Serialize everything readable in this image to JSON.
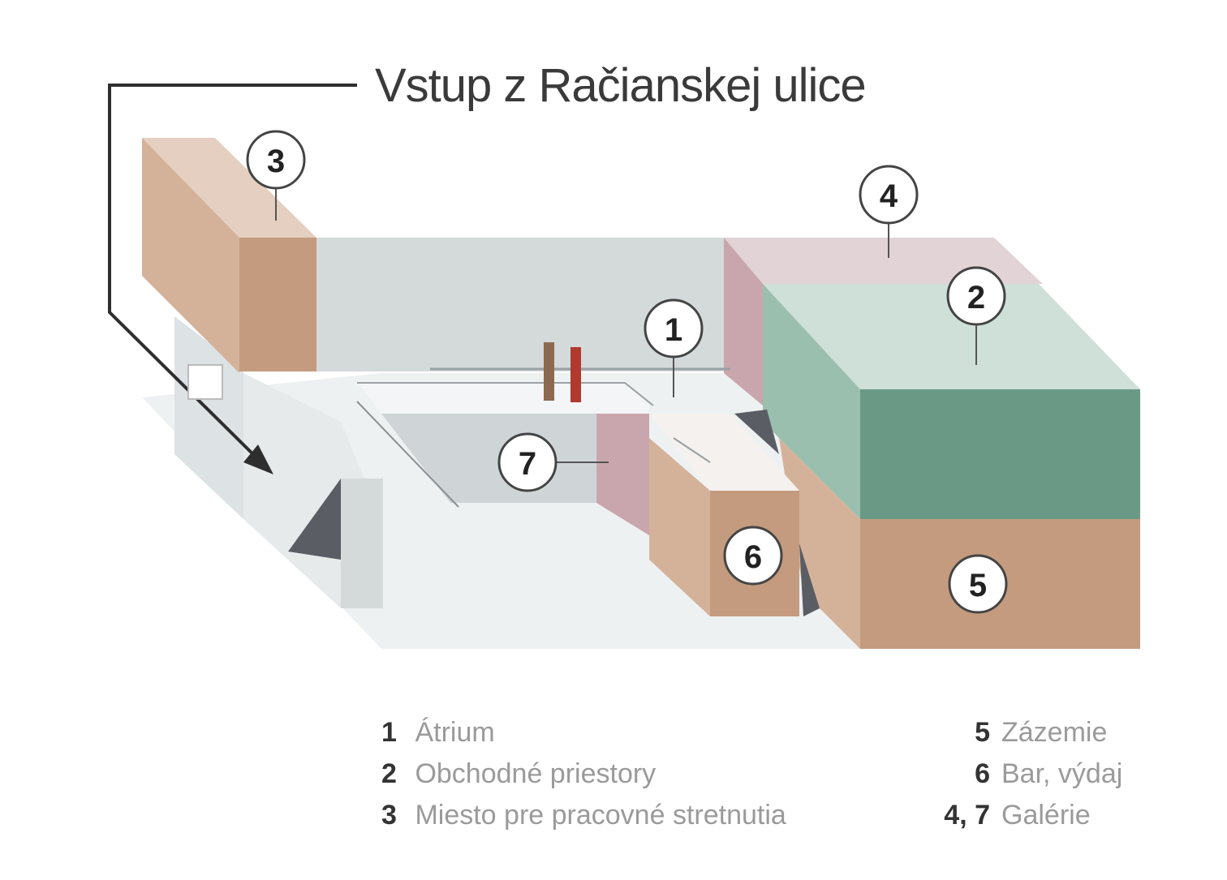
{
  "title": "Vstup z Račianskej ulice",
  "colors": {
    "tan": "#d4b29a",
    "tan_dark": "#c49b7e",
    "grey_wall": "#d4d9da",
    "pink": "#c9a6ad",
    "pink_light": "#e1d3d6",
    "green_light": "#cfe0d9",
    "green_mid": "#9bbfae",
    "green_dark": "#6a9a86",
    "floor": "#eef1f2"
  },
  "markers": [
    {
      "id": "1",
      "label": "1"
    },
    {
      "id": "2",
      "label": "2"
    },
    {
      "id": "3",
      "label": "3"
    },
    {
      "id": "4",
      "label": "4"
    },
    {
      "id": "5",
      "label": "5"
    },
    {
      "id": "6",
      "label": "6"
    },
    {
      "id": "7",
      "label": "7"
    }
  ],
  "legend_left": [
    {
      "num": "1",
      "text": "Átrium"
    },
    {
      "num": "2",
      "text": "Obchodné priestory"
    },
    {
      "num": "3",
      "text": "Miesto pre pracovné stretnutia"
    }
  ],
  "legend_right": [
    {
      "num": "5",
      "text": "Zázemie"
    },
    {
      "num": "6",
      "text": "Bar, výdaj"
    },
    {
      "num": "4, 7",
      "text": "Galérie"
    }
  ]
}
